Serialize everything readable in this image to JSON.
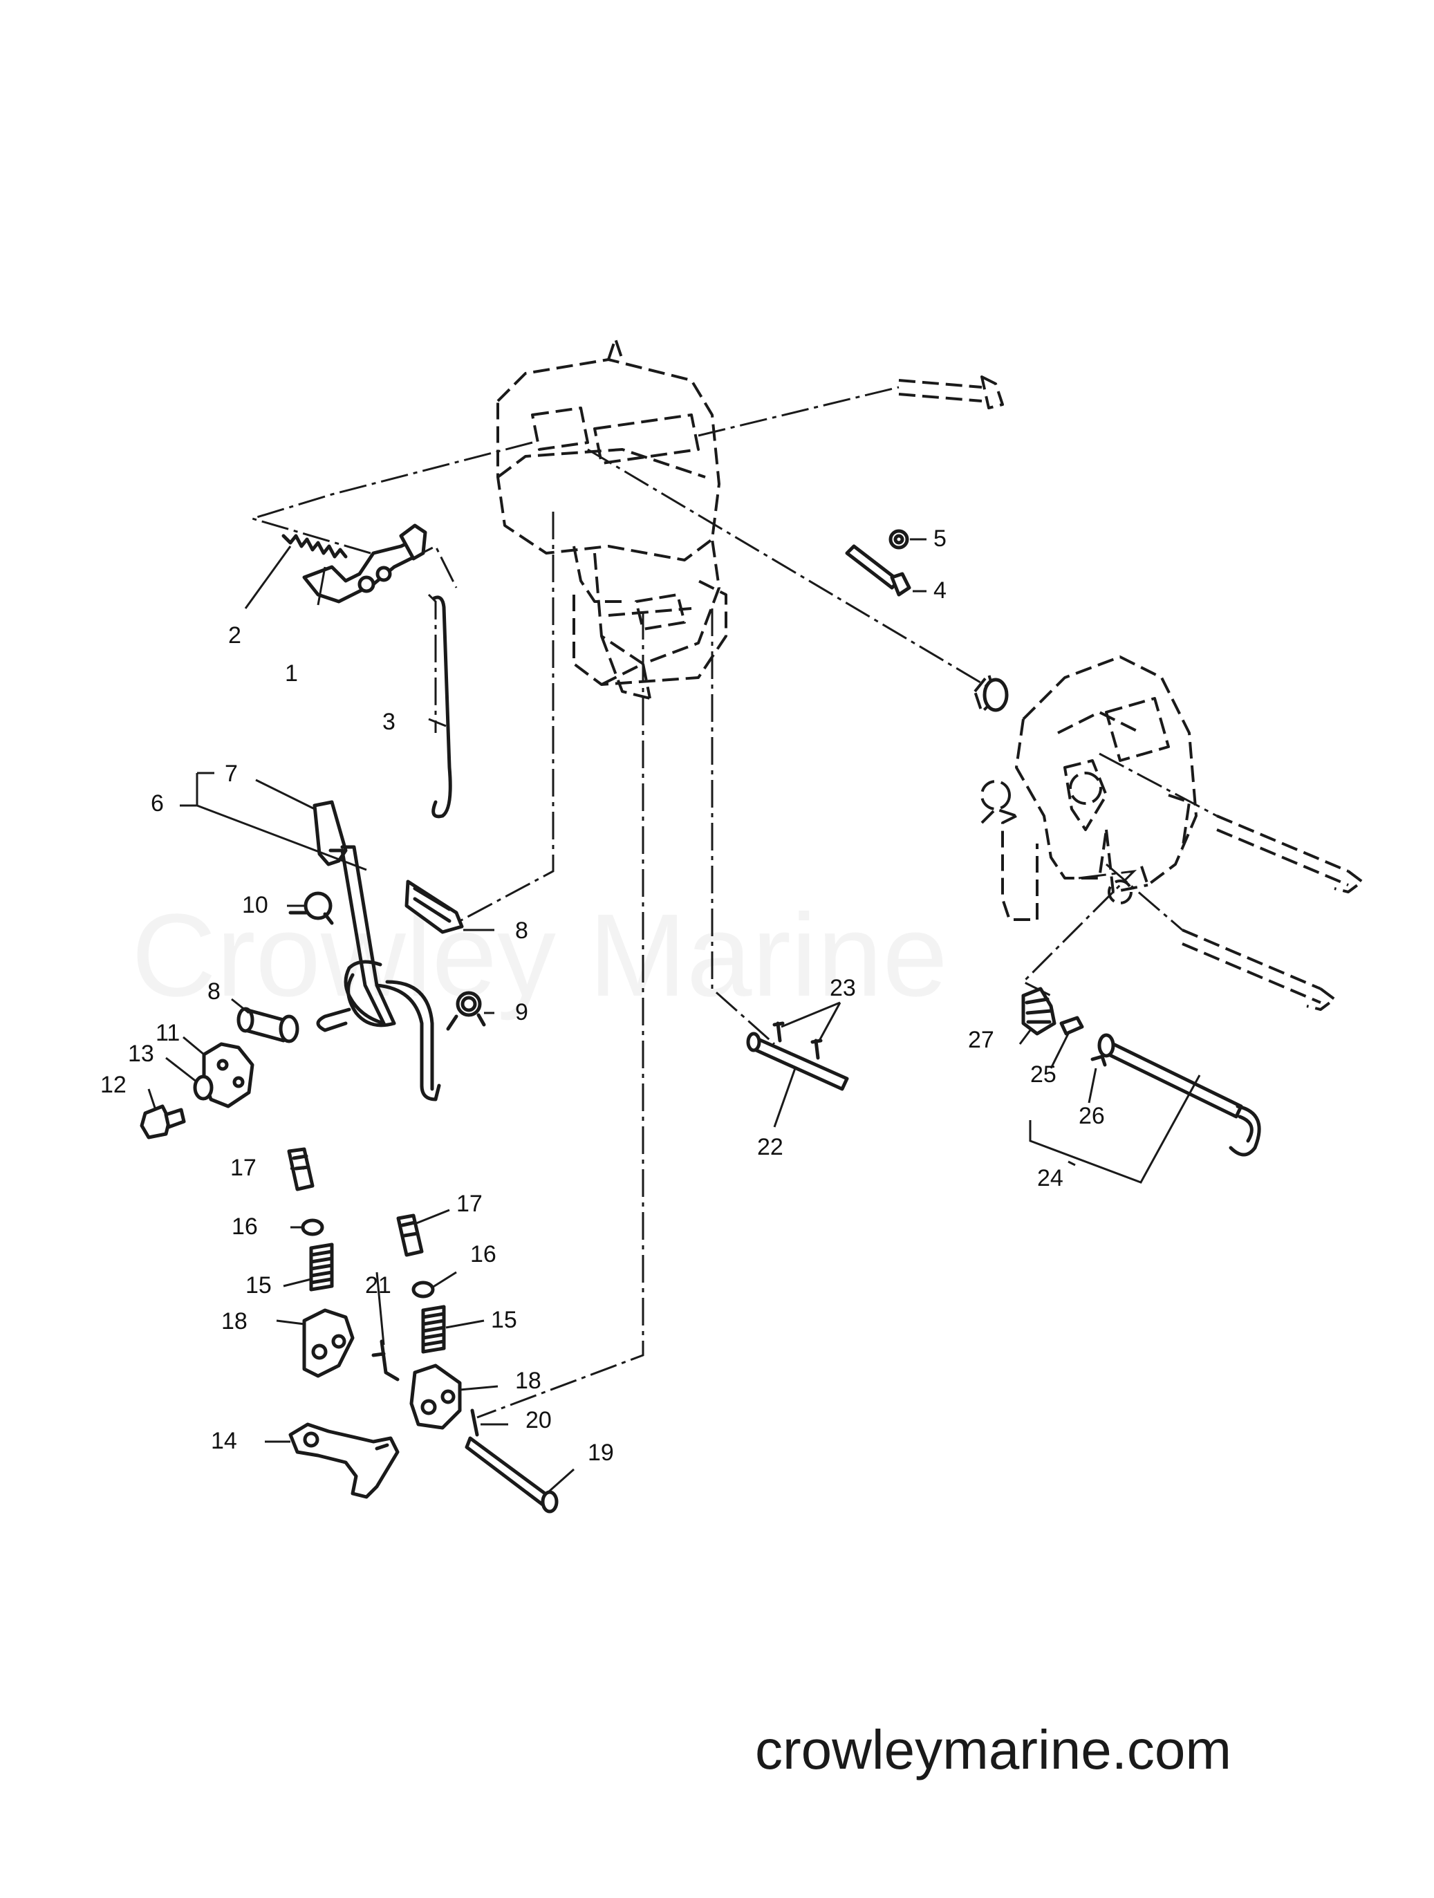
{
  "watermark": "Crowley Marine",
  "website": "crowleymarine.com",
  "callouts": [
    {
      "id": "c1",
      "label": "1"
    },
    {
      "id": "c2",
      "label": "2"
    },
    {
      "id": "c3",
      "label": "3"
    },
    {
      "id": "c4",
      "label": "4"
    },
    {
      "id": "c5",
      "label": "5"
    },
    {
      "id": "c6",
      "label": "6"
    },
    {
      "id": "c7",
      "label": "7"
    },
    {
      "id": "c8a",
      "label": "8"
    },
    {
      "id": "c8b",
      "label": "8"
    },
    {
      "id": "c9",
      "label": "9"
    },
    {
      "id": "c10",
      "label": "10"
    },
    {
      "id": "c11",
      "label": "11"
    },
    {
      "id": "c12",
      "label": "12"
    },
    {
      "id": "c13",
      "label": "13"
    },
    {
      "id": "c14",
      "label": "14"
    },
    {
      "id": "c15a",
      "label": "15"
    },
    {
      "id": "c15b",
      "label": "15"
    },
    {
      "id": "c16a",
      "label": "16"
    },
    {
      "id": "c16b",
      "label": "16"
    },
    {
      "id": "c17a",
      "label": "17"
    },
    {
      "id": "c17b",
      "label": "17"
    },
    {
      "id": "c18a",
      "label": "18"
    },
    {
      "id": "c18b",
      "label": "18"
    },
    {
      "id": "c19",
      "label": "19"
    },
    {
      "id": "c20",
      "label": "20"
    },
    {
      "id": "c21",
      "label": "21"
    },
    {
      "id": "c22",
      "label": "22"
    },
    {
      "id": "c23",
      "label": "23"
    },
    {
      "id": "c24",
      "label": "24"
    },
    {
      "id": "c25",
      "label": "25"
    },
    {
      "id": "c26",
      "label": "26"
    },
    {
      "id": "c27",
      "label": "27"
    }
  ]
}
